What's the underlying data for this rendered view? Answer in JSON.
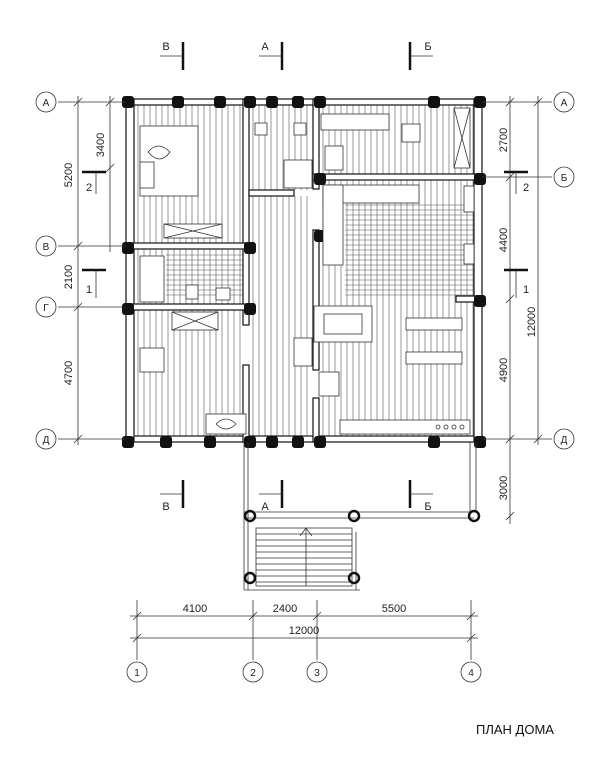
{
  "plan_title": "ПЛАН ДОМА",
  "axes_rows": {
    "left": [
      "А",
      "В",
      "Г",
      "Д"
    ],
    "right": [
      "А",
      "Б",
      "Д"
    ]
  },
  "axes_cols": [
    "1",
    "2",
    "3",
    "4"
  ],
  "dims_left": {
    "outer": [
      "5200",
      "2100",
      "4700"
    ],
    "inner": [
      "3400"
    ]
  },
  "dims_right": {
    "a": [
      "2700",
      "4400",
      "4900"
    ],
    "total": "12000",
    "porch": "3000"
  },
  "dims_bottom": {
    "parts": [
      "4100",
      "2400",
      "5500"
    ],
    "total": "12000"
  },
  "section_marks": {
    "top": [
      "В",
      "А",
      "Б"
    ],
    "bottom": [
      "В",
      "А",
      "Б"
    ],
    "left": [
      "2",
      "1"
    ],
    "right": [
      "2",
      "1"
    ]
  }
}
